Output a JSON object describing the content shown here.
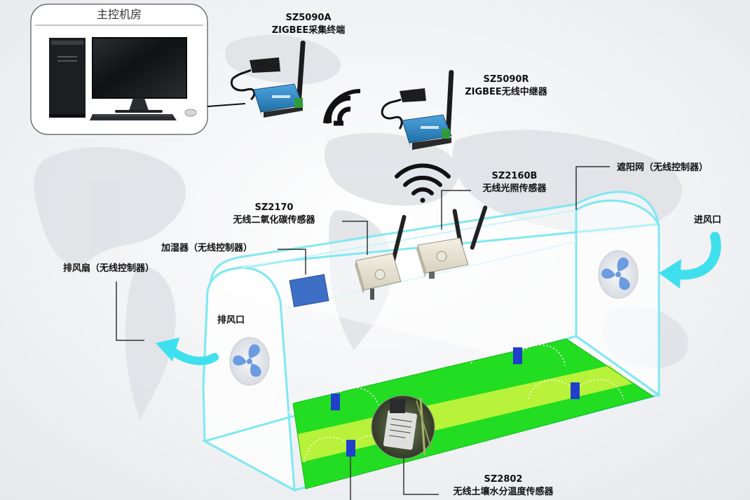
{
  "control_room": {
    "title": "主控机房"
  },
  "devices": {
    "collector": {
      "model": "SZ5090A",
      "name": "ZIGBEE采集终端"
    },
    "repeater": {
      "model": "SZ5090R",
      "name": "ZIGBEE无线中继器"
    },
    "light_sensor": {
      "model": "SZ2160B",
      "name": "无线光照传感器"
    },
    "co2_sensor": {
      "model": "SZ2170",
      "name": "无线二氧化碳传感器"
    },
    "soil_sensor": {
      "model": "SZ2802",
      "name": "无线土壤水分温度传感器"
    }
  },
  "controllers": {
    "shade_net": "遮阳网（无线控制器）",
    "humidifier": "加湿器（无线控制器）",
    "exhaust_fan": "排风扇（无线控制器）"
  },
  "vents": {
    "inlet": "进风口",
    "outlet": "排风口"
  },
  "colors": {
    "greenhouse_outline": "#7fe8f2",
    "wind_arrow": "#3fe0ee",
    "field_green": "#22dd22",
    "field_stripe": "#b8f23a",
    "humidifier_box": "#3d6fc6",
    "sprinkler_blue": "#1f3fcc",
    "fan_icon": "#6b9be0",
    "device_blue": "#2f87c6"
  }
}
